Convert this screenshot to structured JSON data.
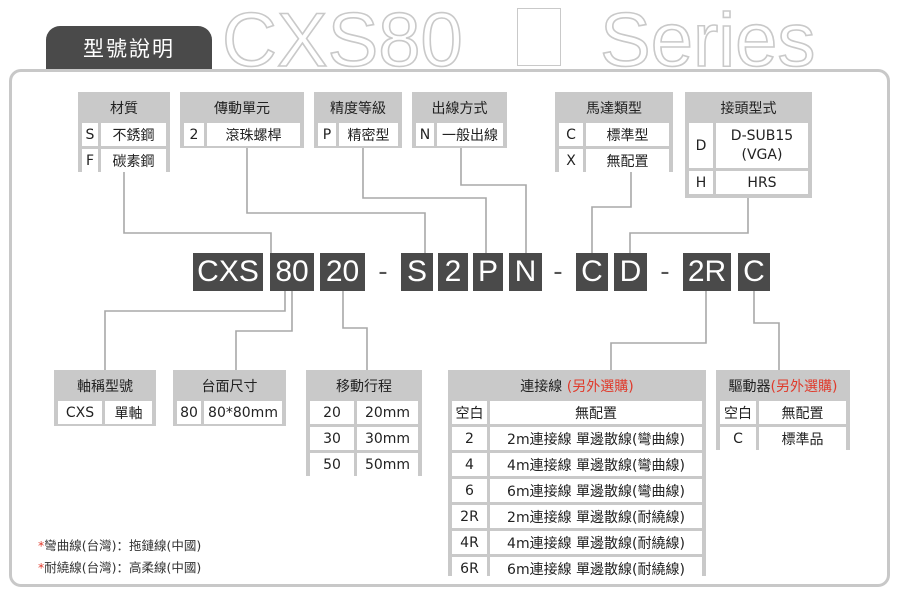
{
  "header": {
    "tab_label": "型號說明",
    "title_prefix": "CXS80",
    "title_suffix": "Series"
  },
  "top_tables": {
    "material": {
      "title": "材質",
      "rows": [
        [
          "S",
          "不銹鋼"
        ],
        [
          "F",
          "碳素鋼"
        ]
      ]
    },
    "drive": {
      "title": "傳動單元",
      "rows": [
        [
          "2",
          "滾珠螺桿"
        ]
      ]
    },
    "precision": {
      "title": "精度等級",
      "rows": [
        [
          "P",
          "精密型"
        ]
      ]
    },
    "cable_out": {
      "title": "出線方式",
      "rows": [
        [
          "N",
          "一般出線"
        ]
      ]
    },
    "motor": {
      "title": "馬達類型",
      "rows": [
        [
          "C",
          "標準型"
        ],
        [
          "X",
          "無配置"
        ]
      ]
    },
    "connector": {
      "title": "接頭型式",
      "rows": [
        [
          "D",
          "D-SUB15\n(VGA)"
        ],
        [
          "H",
          "HRS"
        ]
      ]
    }
  },
  "model_code": [
    "CXS",
    "80",
    "20",
    "-",
    "S",
    "2",
    "P",
    "N",
    "-",
    "C",
    "D",
    "-",
    "2R",
    "C"
  ],
  "bottom_tables": {
    "axis": {
      "title": "軸稱型號",
      "rows": [
        [
          "CXS",
          "單軸"
        ]
      ]
    },
    "table_size": {
      "title": "台面尺寸",
      "rows": [
        [
          "80",
          "80*80mm"
        ]
      ]
    },
    "stroke": {
      "title": "移動行程",
      "rows": [
        [
          "20",
          "20mm"
        ],
        [
          "30",
          "30mm"
        ],
        [
          "50",
          "50mm"
        ]
      ]
    },
    "cable": {
      "title": "連接線",
      "optional": "(另外選購)",
      "rows": [
        [
          "空白",
          "無配置"
        ],
        [
          "2",
          "2m連接線 單邊散線(彎曲線)"
        ],
        [
          "4",
          "4m連接線 單邊散線(彎曲線)"
        ],
        [
          "6",
          "6m連接線 單邊散線(彎曲線)"
        ],
        [
          "2R",
          "2m連接線 單邊散線(耐繞線)"
        ],
        [
          "4R",
          "4m連接線 單邊散線(耐繞線)"
        ],
        [
          "6R",
          "6m連接線 單邊散線(耐繞線)"
        ]
      ]
    },
    "driver": {
      "title": "驅動器",
      "optional": "(另外選購)",
      "rows": [
        [
          "空白",
          "無配置"
        ],
        [
          "C",
          "標準品"
        ]
      ]
    }
  },
  "notes": [
    {
      "star": "*",
      "text": "彎曲線(台灣)：拖鏈線(中國)"
    },
    {
      "star": "*",
      "text": "耐繞線(台灣)：高柔線(中國)"
    }
  ],
  "colors": {
    "dark_box": "#4a4a4a",
    "frame_gray": "#c8c8c8",
    "accent_red": "#e03a2b"
  }
}
